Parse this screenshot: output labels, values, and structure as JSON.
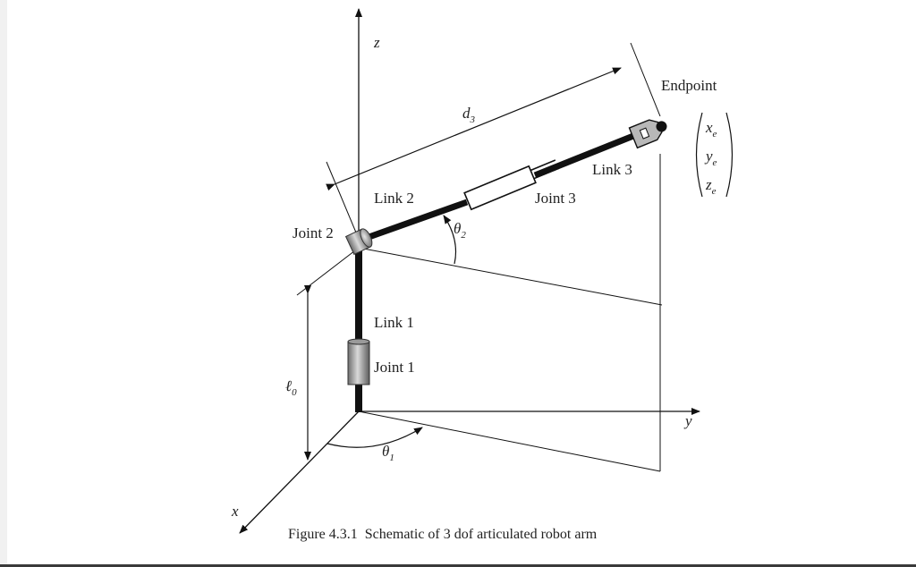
{
  "axes": {
    "z": "z",
    "y": "y",
    "x": "x"
  },
  "labels": {
    "endpoint": "Endpoint",
    "link1": "Link 1",
    "link2": "Link 2",
    "link3": "Link 3",
    "joint1": "Joint 1",
    "joint2": "Joint 2",
    "joint3": "Joint 3"
  },
  "symbols": {
    "d3": {
      "base": "d",
      "sub": "3"
    },
    "theta1": {
      "base": "θ",
      "sub": "1"
    },
    "theta2": {
      "base": "θ",
      "sub": "2"
    },
    "l0": {
      "base": "ℓ",
      "sub": "0"
    },
    "xe": {
      "base": "x",
      "sub": "e"
    },
    "ye": {
      "base": "y",
      "sub": "e"
    },
    "ze": {
      "base": "z",
      "sub": "e"
    }
  },
  "caption": "Figure 4.3.1  Schematic of 3 dof articulated robot arm"
}
